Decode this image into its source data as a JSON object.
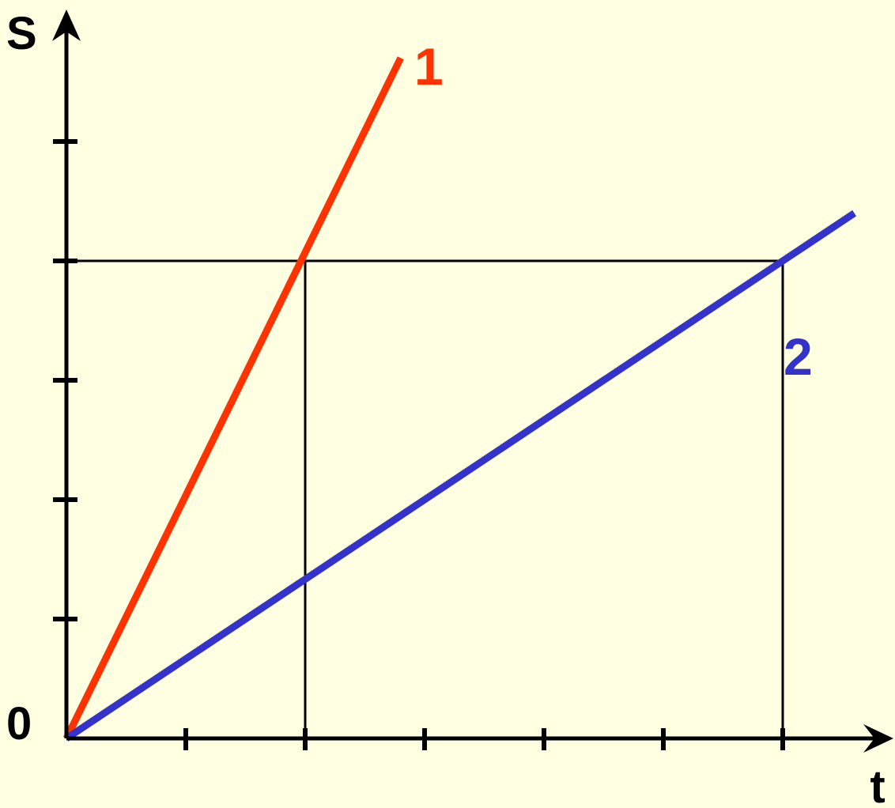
{
  "chart_data": {
    "type": "line",
    "title": "",
    "xlabel": "t",
    "ylabel": "S",
    "origin_label": "0",
    "xlim": [
      0,
      6.6
    ],
    "ylim": [
      0,
      6
    ],
    "x_ticks": [
      1,
      2,
      3,
      4,
      5,
      6
    ],
    "y_ticks": [
      1,
      2,
      3,
      4,
      5
    ],
    "x_tick_labels": [],
    "y_tick_labels": [],
    "grid": false,
    "series": [
      {
        "name": "1",
        "color": "#ff3300",
        "points": [
          [
            0,
            0
          ],
          [
            2.8,
            5.7
          ]
        ]
      },
      {
        "name": "2",
        "color": "#3333cc",
        "points": [
          [
            0,
            0
          ],
          [
            6.6,
            4.4
          ]
        ]
      }
    ],
    "reference_lines": [
      {
        "from": [
          0,
          4
        ],
        "to": [
          6,
          4
        ]
      },
      {
        "from": [
          2,
          0
        ],
        "to": [
          2,
          4
        ]
      },
      {
        "from": [
          6,
          0
        ],
        "to": [
          6,
          4
        ]
      }
    ],
    "axis_color": "#000000"
  }
}
